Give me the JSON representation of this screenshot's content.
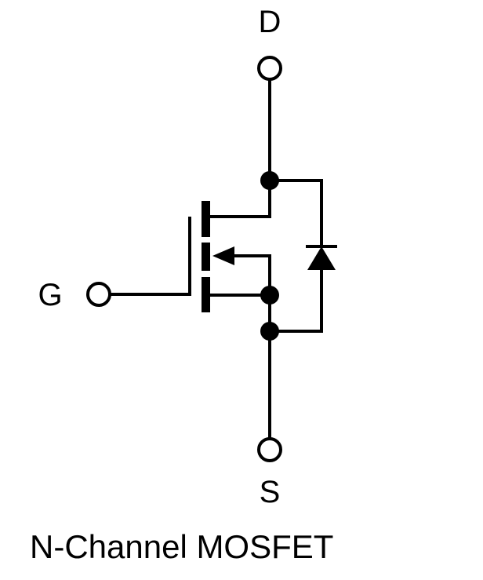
{
  "diagram": {
    "caption": "N-Channel MOSFET",
    "terminals": {
      "drain": "D",
      "gate": "G",
      "source": "S"
    },
    "colors": {
      "stroke": "#000000",
      "background": "#ffffff"
    }
  }
}
